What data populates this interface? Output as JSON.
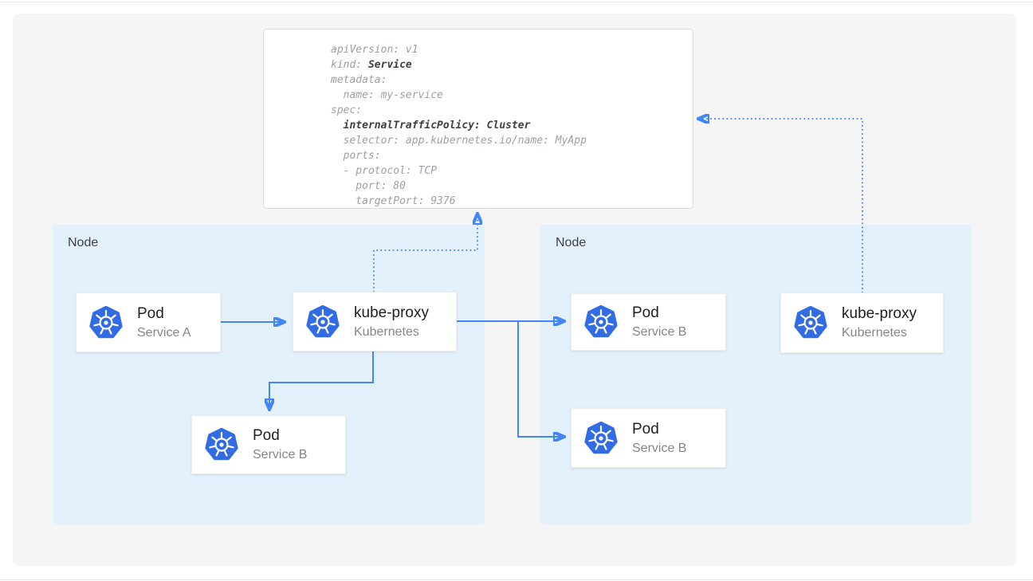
{
  "yaml": {
    "lines": [
      {
        "pre": "apiVersion: v1",
        "bold": ""
      },
      {
        "pre": "kind: ",
        "bold": "Service"
      },
      {
        "pre": "metadata:",
        "bold": ""
      },
      {
        "pre": "  name: my-service",
        "bold": ""
      },
      {
        "pre": "spec:",
        "bold": ""
      },
      {
        "pre": "  ",
        "bold": "internalTrafficPolicy: Cluster"
      },
      {
        "pre": "  selector: app.kubernetes.io/name: MyApp",
        "bold": ""
      },
      {
        "pre": "  ports:",
        "bold": ""
      },
      {
        "pre": "  - protocol: TCP",
        "bold": ""
      },
      {
        "pre": "    port: 80",
        "bold": ""
      },
      {
        "pre": "    targetPort: 9376",
        "bold": ""
      }
    ]
  },
  "nodes": {
    "left": {
      "label": "Node",
      "pod_a": {
        "title": "Pod",
        "subtitle": "Service A"
      },
      "kube_proxy": {
        "title": "kube-proxy",
        "subtitle": "Kubernetes"
      },
      "pod_b": {
        "title": "Pod",
        "subtitle": "Service B"
      }
    },
    "right": {
      "label": "Node",
      "pod_b_top": {
        "title": "Pod",
        "subtitle": "Service B"
      },
      "pod_b_bottom": {
        "title": "Pod",
        "subtitle": "Service B"
      },
      "kube_proxy": {
        "title": "kube-proxy",
        "subtitle": "Kubernetes"
      }
    }
  },
  "icons": {
    "kubernetes": "kubernetes-helm-icon"
  },
  "colors": {
    "arrow_blue": "#4285f4",
    "node_bg": "#e3f1fd",
    "kubernetes_blue": "#326ce5",
    "code_text": "#9aa0a6",
    "code_bold": "#3c4043",
    "panel_bg": "#f5f5f6"
  }
}
